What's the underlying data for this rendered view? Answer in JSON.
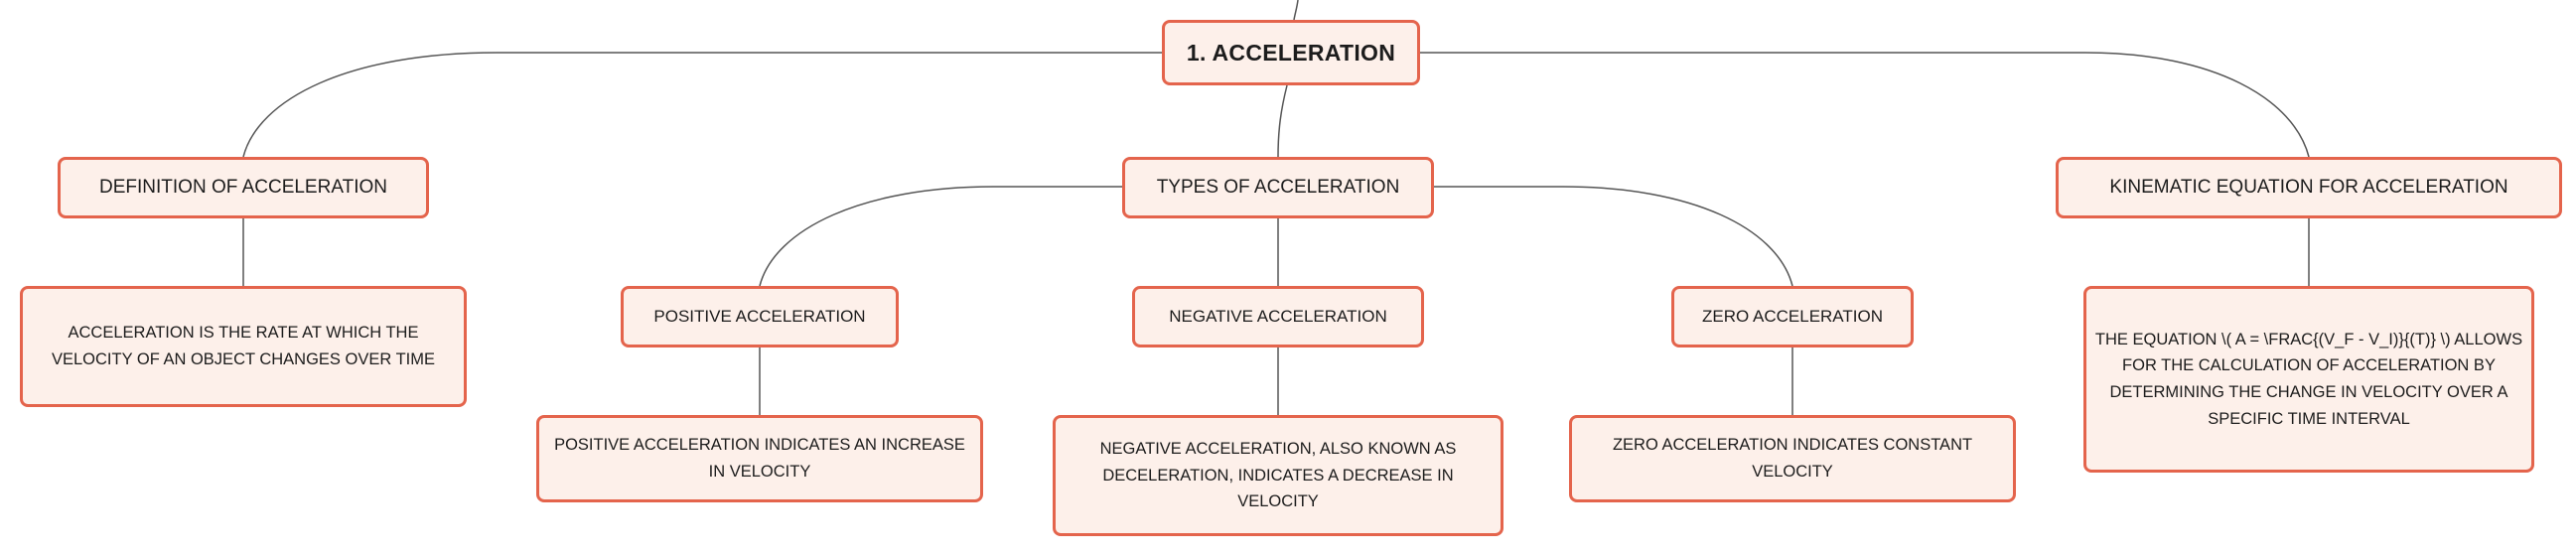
{
  "root": {
    "label": "1. ACCELERATION"
  },
  "branches": {
    "definition": {
      "label": "DEFINITION OF ACCELERATION",
      "detail": "ACCELERATION IS THE RATE AT WHICH THE VELOCITY OF AN OBJECT CHANGES OVER TIME"
    },
    "types": {
      "label": "TYPES OF ACCELERATION",
      "children": [
        {
          "label": "POSITIVE ACCELERATION",
          "detail": "POSITIVE ACCELERATION INDICATES AN INCREASE IN VELOCITY"
        },
        {
          "label": "NEGATIVE ACCELERATION",
          "detail": "NEGATIVE ACCELERATION, ALSO KNOWN AS DECELERATION, INDICATES A DECREASE IN VELOCITY"
        },
        {
          "label": "ZERO ACCELERATION",
          "detail": "ZERO ACCELERATION INDICATES CONSTANT VELOCITY"
        }
      ]
    },
    "kinematic": {
      "label": "KINEMATIC EQUATION FOR ACCELERATION",
      "detail": "THE EQUATION \\( A = \\FRAC{(V_F - V_I)}{(T)} \\) ALLOWS FOR THE CALCULATION OF ACCELERATION BY DETERMINING THE CHANGE IN VELOCITY OVER A SPECIFIC TIME INTERVAL"
    }
  },
  "colors": {
    "node_border": "#e4644c",
    "node_fill": "#fdf0ea",
    "connector": "#555555",
    "text": "#1c1c1c"
  }
}
